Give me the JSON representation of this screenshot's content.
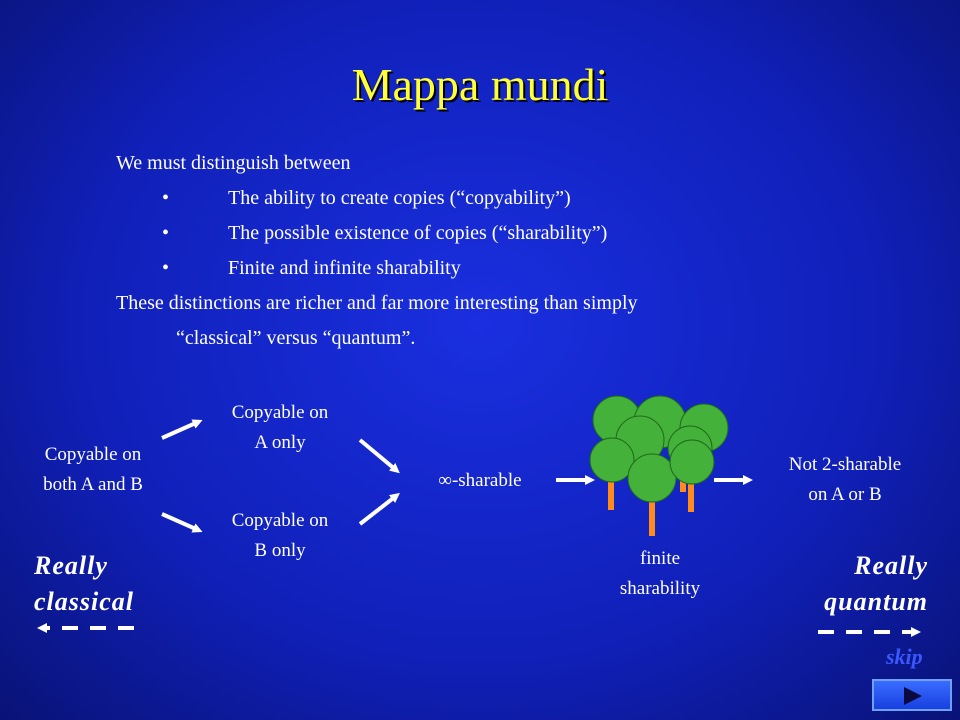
{
  "slide": {
    "title": "Mappa mundi",
    "intro": "We must distinguish between",
    "bullets": [
      "The ability to create copies (“copyability”)",
      "The possible existence of copies (“sharability”)",
      "Finite and infinite sharability"
    ],
    "bullet_glyph": "•",
    "conclusion_line1": "These distinctions are richer and far more interesting than simply",
    "conclusion_line2": "“classical” versus “quantum”."
  },
  "diagram": {
    "both_line1": "Copyable on",
    "both_line2": "both A and B",
    "a_only_line1": "Copyable on",
    "a_only_line2": "A only",
    "b_only_line1": "Copyable on",
    "b_only_line2": "B only",
    "infinite": "∞-sharable",
    "finite_line1": "finite",
    "finite_line2": "sharability",
    "not2_line1": "Not 2-sharable",
    "not2_line2": "on A or B",
    "classical_line1": "Really",
    "classical_line2": "classical",
    "quantum_line1": "Really",
    "quantum_line2": "quantum",
    "colors": {
      "tree_leaf": "#44b23a",
      "tree_trunk": "#ff8c1a",
      "arrow": "#ffffff"
    }
  },
  "nav": {
    "skip_label": "skip",
    "next_icon": "play-triangle-icon"
  }
}
